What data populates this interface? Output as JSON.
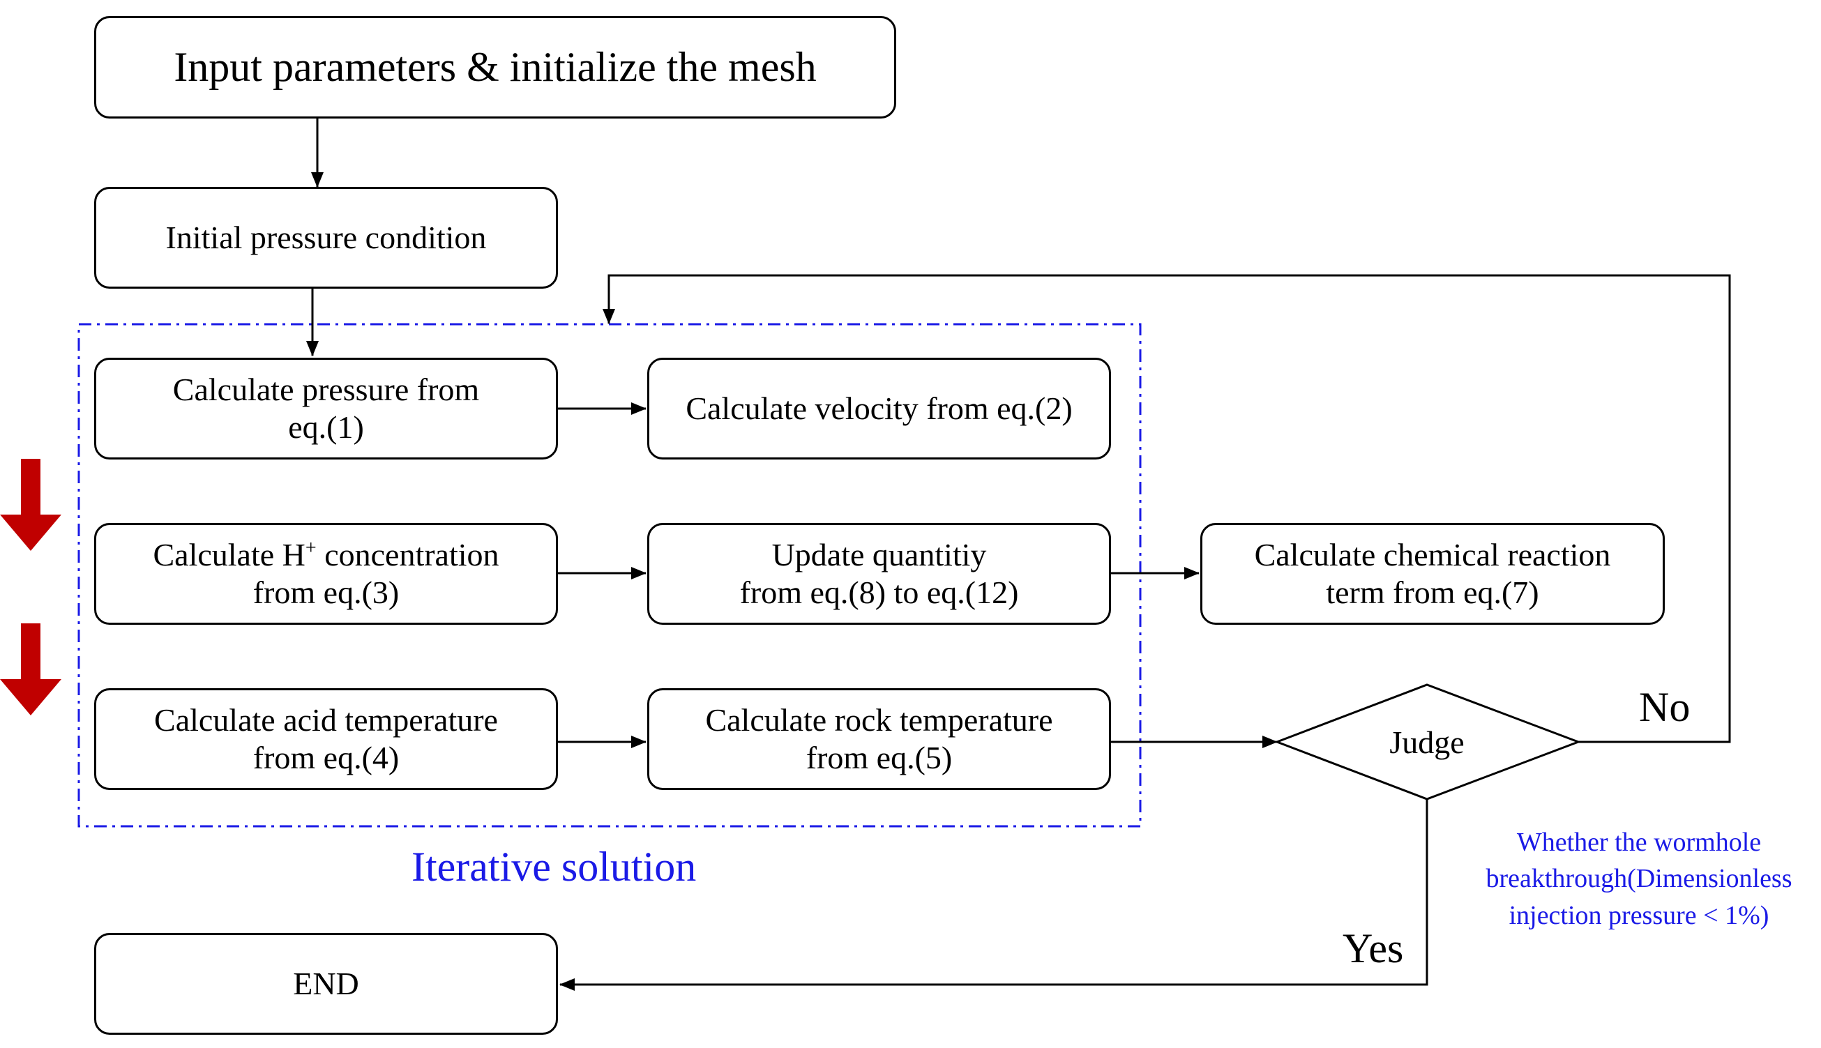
{
  "steps": {
    "input": "Input parameters & initialize the mesh",
    "initial_pressure": "Initial pressure condition",
    "calc_pressure": [
      "Calculate pressure from",
      "eq.(1)"
    ],
    "calc_velocity": "Calculate velocity from eq.(2)",
    "calc_h": {
      "prefix": "Calculate H",
      "superscript": "+",
      "suffix": " concentration",
      "line2": "from eq.(3)"
    },
    "update_quantity": [
      "Update quantitiy",
      "from eq.(8) to eq.(12)"
    ],
    "calc_chemical": [
      "Calculate chemical reaction",
      "term from eq.(7)"
    ],
    "calc_acid_temp": [
      "Calculate acid temperature",
      "from eq.(4)"
    ],
    "calc_rock_temp": [
      "Calculate rock temperature",
      "from eq.(5)"
    ],
    "end": "END"
  },
  "decision": {
    "label": "Judge",
    "condition": [
      "Whether the wormhole",
      "breakthrough(Dimensionless",
      "injection pressure < 1%)"
    ],
    "yes": "Yes",
    "no": "No"
  },
  "group_label": "Iterative solution",
  "colors": {
    "accent_blue": "#1a1ae6",
    "arrow_red": "#c00000",
    "stroke": "#000000"
  }
}
